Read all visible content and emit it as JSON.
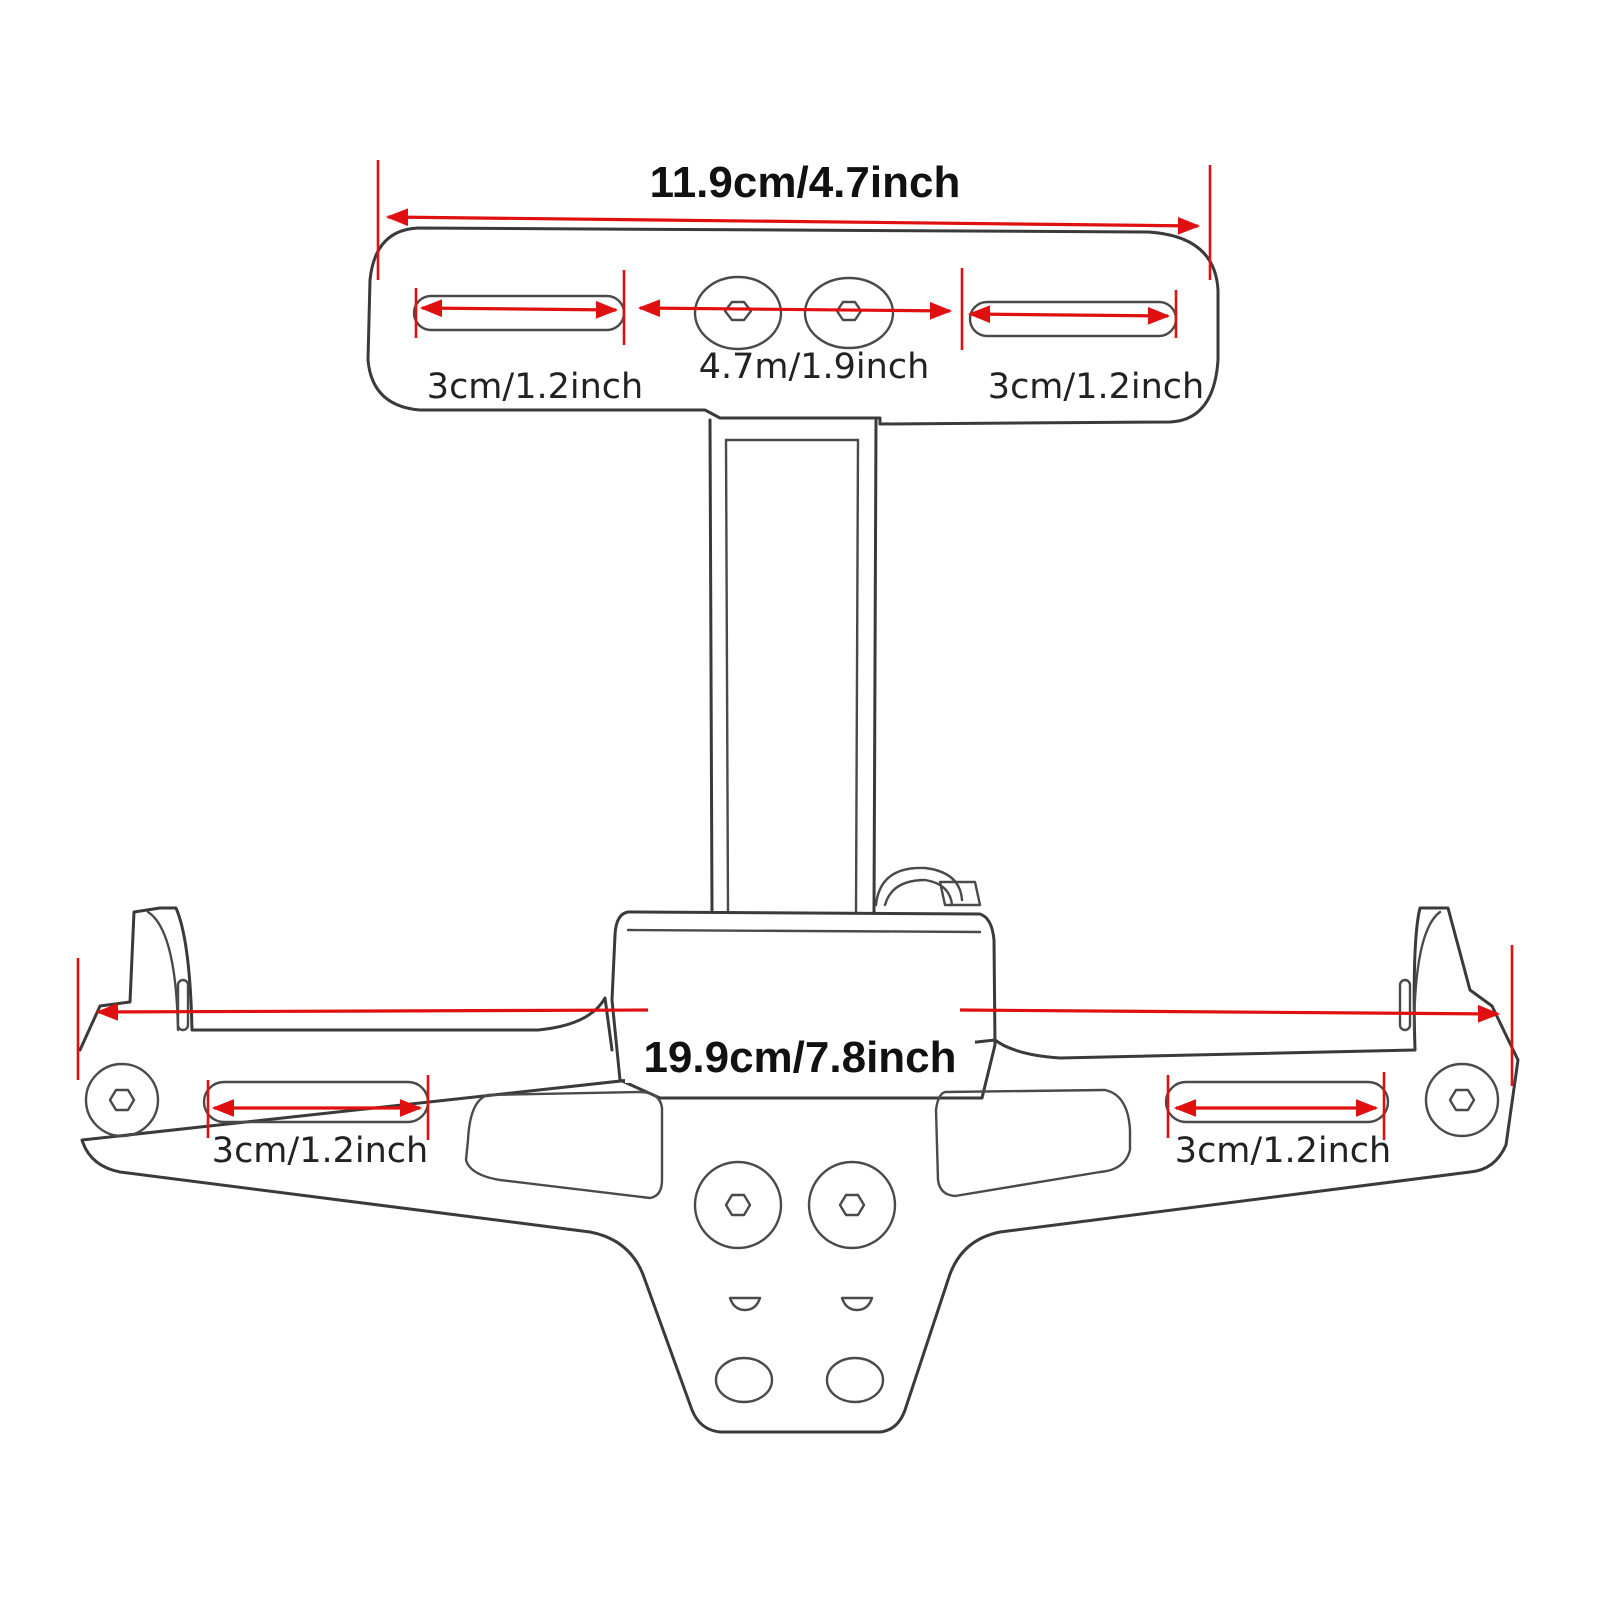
{
  "colors": {
    "dimension": "#e01010",
    "outline": "#3a3a3a",
    "text": "#111111"
  },
  "dimensions": {
    "top_width": "11.9cm/4.7inch",
    "top_slot_left": "3cm/1.2inch",
    "top_hole_spacing": "4.7m/1.9inch",
    "top_slot_right": "3cm/1.2inch",
    "bottom_width": "19.9cm/7.8inch",
    "bottom_slot_left": "3cm/1.2inch",
    "bottom_slot_right": "3cm/1.2inch"
  }
}
